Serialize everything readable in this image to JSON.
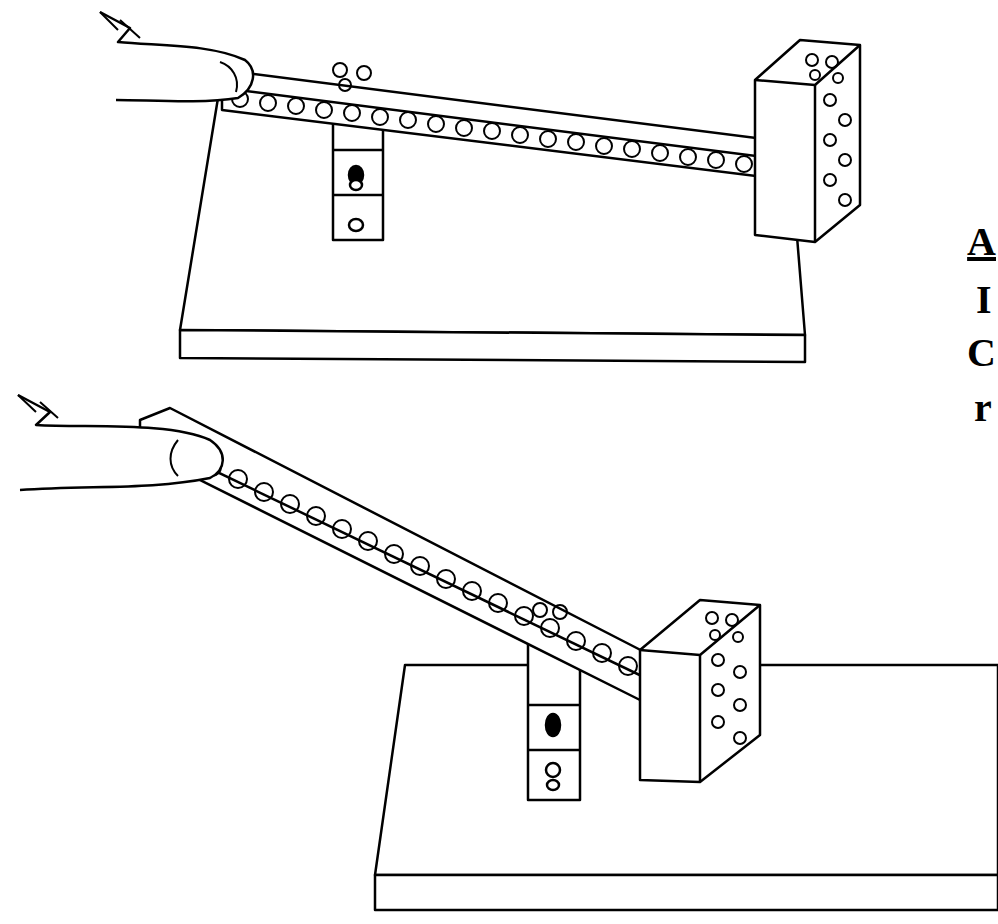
{
  "diagram": {
    "labels": [
      "A",
      "I",
      "C",
      "r"
    ]
  }
}
